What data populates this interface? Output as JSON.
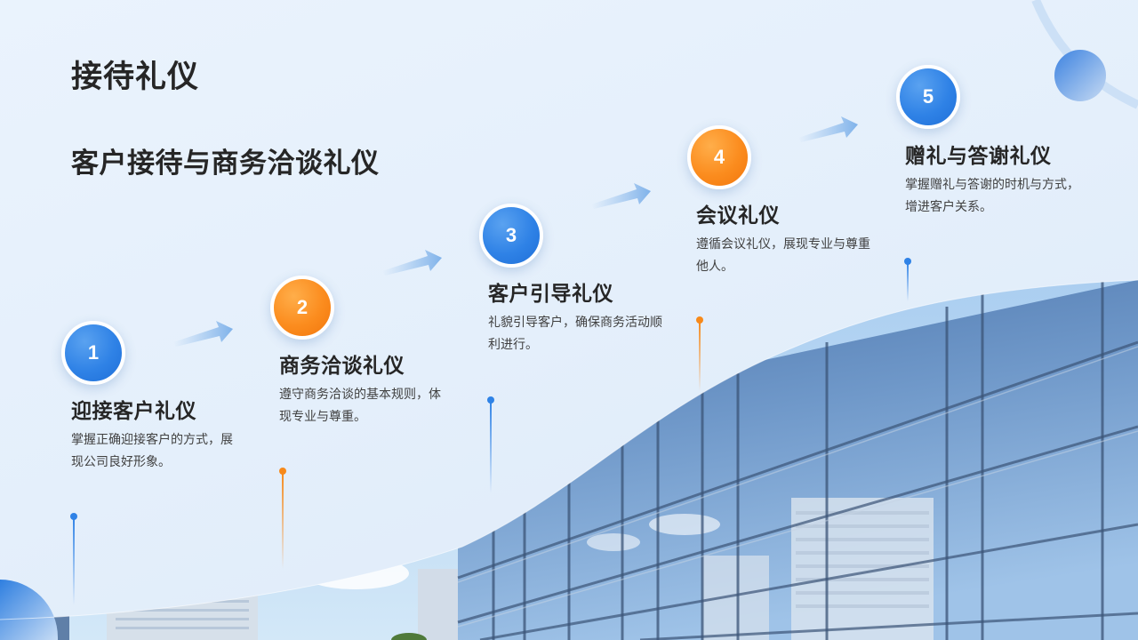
{
  "header": {
    "title": "接待礼仪",
    "subtitle": "客户接待与商务洽谈礼仪"
  },
  "steps": [
    {
      "number": "1",
      "title": "迎接客户礼仪",
      "description": "掌握正确迎接客户的方式，展现公司良好形象。",
      "color": "blue"
    },
    {
      "number": "2",
      "title": "商务洽谈礼仪",
      "description": "遵守商务洽谈的基本规则，体现专业与尊重。",
      "color": "orange"
    },
    {
      "number": "3",
      "title": "客户引导礼仪",
      "description": "礼貌引导客户，确保商务活动顺利进行。",
      "color": "blue"
    },
    {
      "number": "4",
      "title": "会议礼仪",
      "description": "遵循会议礼仪，展现专业与尊重他人。",
      "color": "orange"
    },
    {
      "number": "5",
      "title": "赠礼与答谢礼仪",
      "description": "掌握赠礼与答谢的时机与方式，增进客户关系。",
      "color": "blue"
    }
  ],
  "colors": {
    "background": "#e8f2fc",
    "accent_blue": "#2f82e6",
    "accent_orange": "#f7891a",
    "text_dark": "#262626",
    "text_body": "#404040"
  },
  "decorations": {
    "photo": "glass-building-facade",
    "icons": [
      "arrow-right-icon",
      "decorative-circle"
    ]
  }
}
